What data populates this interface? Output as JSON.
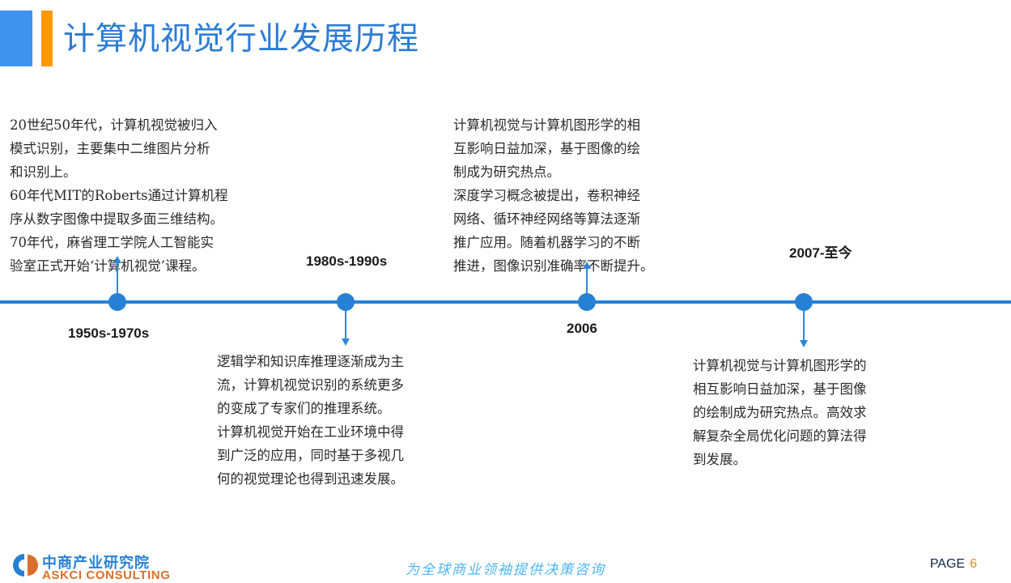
{
  "slide": {
    "title": "计算机视觉行业发展历程",
    "accent_blue": "#2681d4",
    "accent_orange": "#ff9800",
    "title_color": "#2b7cd3"
  },
  "timeline": {
    "nodes": [
      {
        "label": "1950s-1970s",
        "direction": "up"
      },
      {
        "label": "1980s-1990s",
        "direction": "down"
      },
      {
        "label": "2006",
        "direction": "up"
      },
      {
        "label": "2007-至今",
        "direction": "down"
      }
    ]
  },
  "paragraphs": {
    "era1": "20世纪50年代，计算机视觉被归入\n模式识别，主要集中二维图片分析\n和识别上。\n60年代MIT的Roberts通过计算机程\n序从数字图像中提取多面三维结构。\n70年代，麻省理工学院人工智能实\n验室正式开始‘计算机视觉’课程。",
    "era2": "逻辑学和知识库推理逐渐成为主\n流，计算机视觉识别的系统更多\n的变成了专家们的推理系统。\n计算机视觉开始在工业环境中得\n到广泛的应用，同时基于多视几\n何的视觉理论也得到迅速发展。",
    "era3": "计算机视觉与计算机图形学的相\n互影响日益加深，基于图像的绘\n制成为研究热点。\n深度学习概念被提出，卷积神经\n网络、循环神经网络等算法逐渐\n推广应用。随着机器学习的不断\n推进，图像识别准确率不断提升。",
    "era4": "计算机视觉与计算机图形学的\n相互影响日益加深，基于图像\n的绘制成为研究热点。高效求\n解复杂全局优化问题的算法得\n到发展。"
  },
  "footer": {
    "brand_cn": "中商产业研究院",
    "brand_en": "ASKCI CONSULTING",
    "tagline": "为全球商业领袖提供决策咨询",
    "page_label": "PAGE",
    "page_number": "6"
  }
}
